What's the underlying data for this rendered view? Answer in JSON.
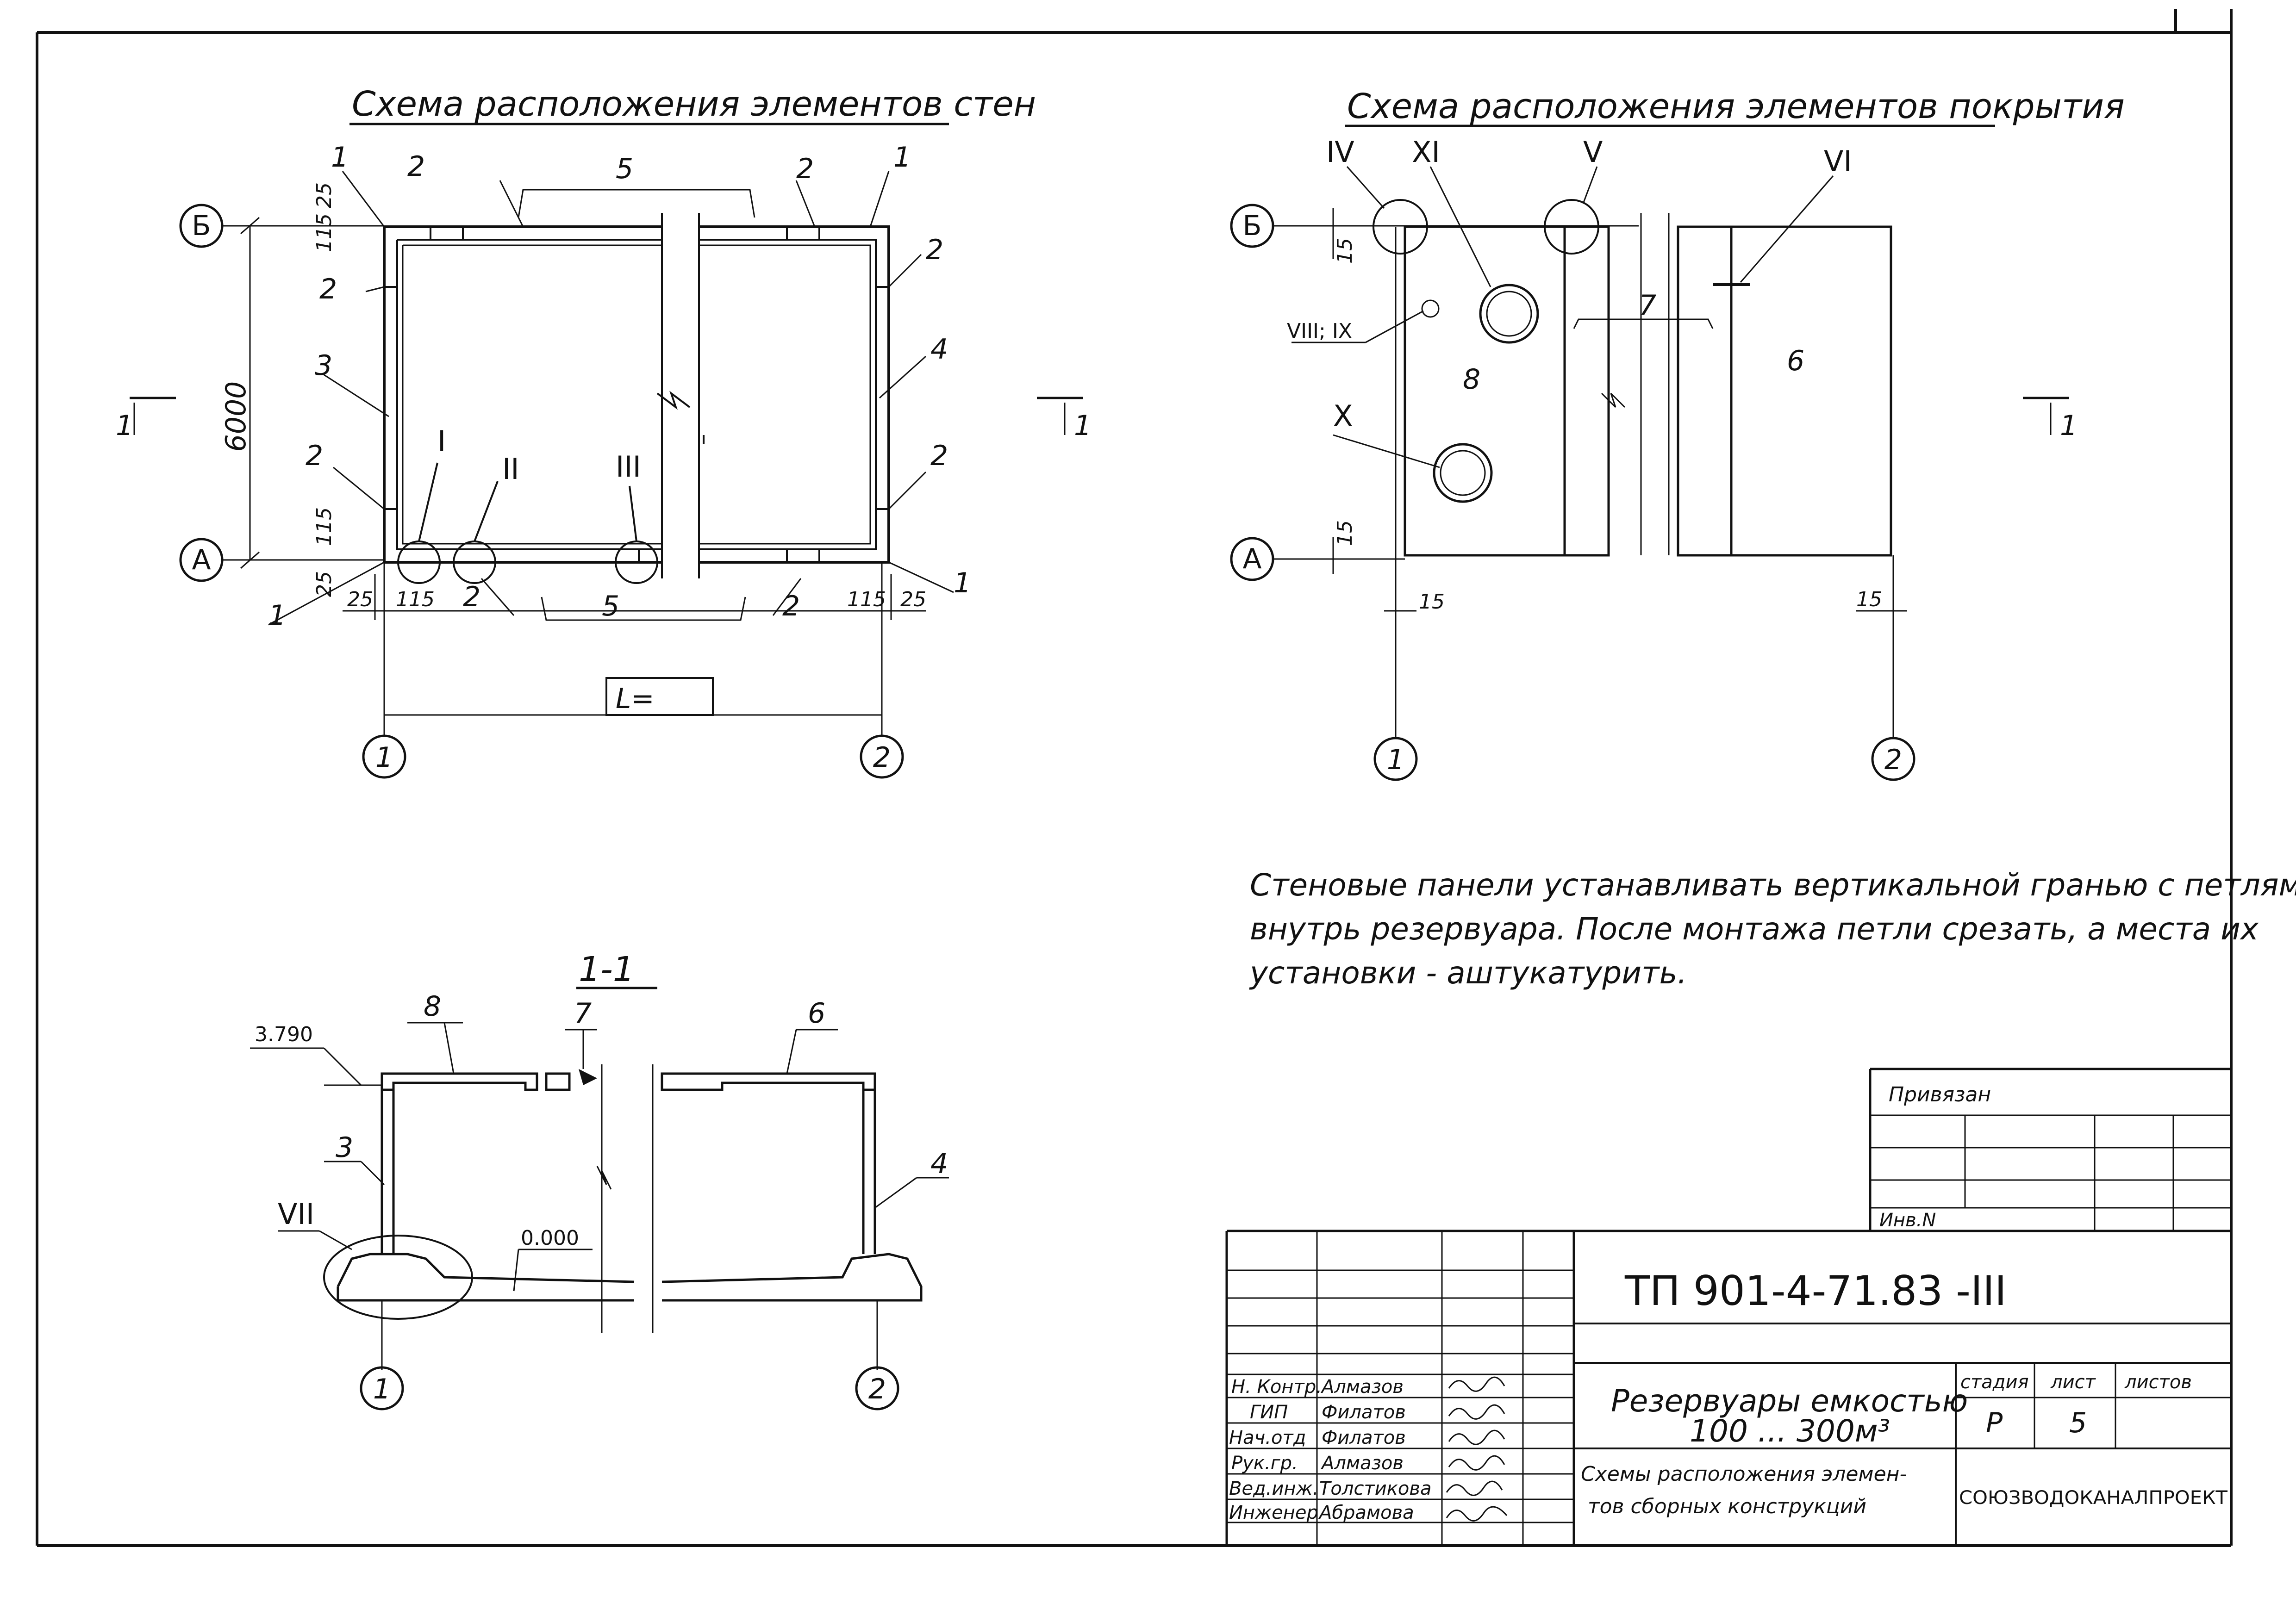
{
  "wall_scheme": {
    "title": "Схема расположения элементов стен",
    "axes": {
      "b": "Б",
      "a": "А",
      "one": "1",
      "two": "2"
    },
    "dims": {
      "span": "6000",
      "d25": "25",
      "d115": "115",
      "length_box": "L="
    },
    "marks": {
      "m1": "1",
      "m2": "2",
      "m3": "3",
      "m4": "4",
      "m5": "5"
    },
    "nodes": {
      "n1": "I",
      "n2": "II",
      "n3": "III"
    },
    "section": "1"
  },
  "roof_scheme": {
    "title": "Схема расположения элементов покрытия",
    "axes": {
      "b": "Б",
      "a": "А",
      "one": "1",
      "two": "2"
    },
    "dims": {
      "d15": "15"
    },
    "marks": {
      "m6": "6",
      "m7": "7",
      "m8": "8"
    },
    "nodes": {
      "n4": "IV",
      "n5": "V",
      "n6": "VI",
      "n8_9": "VIII; IX",
      "n10": "X",
      "n11": "XI"
    },
    "section": "1"
  },
  "section_view": {
    "title": "1-1",
    "elev_top": "3.790",
    "elev_zero": "0.000",
    "marks": {
      "m3": "3",
      "m4": "4",
      "m6": "6",
      "m7": "7",
      "m8": "8"
    },
    "node": "VII",
    "axes": {
      "one": "1",
      "two": "2"
    }
  },
  "notes": [
    "Стеновые панели устанавливать вертикальной гранью с петлями",
    "внутрь резервуара. После монтажа петли срезать, а места их",
    "установки - аштукатурить."
  ],
  "title_block": {
    "privyazan": "Привязан",
    "inv": "Инв.N",
    "code": "ТП 901-4-71.83 -III",
    "object": "Резервуары емкостью",
    "object2": "100 ... 300м³",
    "sheet_title1": "Схемы расположения элемен-",
    "sheet_title2": "тов сборных конструкций",
    "stage_h": "стадия",
    "sheet_h": "лист",
    "sheets_h": "листов",
    "stage": "Р",
    "sheet": "5",
    "org": "СОЮЗВОДОКАНАЛПРОЕКТ",
    "people": [
      {
        "role": "Н. Контр.",
        "name": "Алмазов"
      },
      {
        "role": "ГИП",
        "name": "Филатов"
      },
      {
        "role": "Нач.отд",
        "name": "Филатов"
      },
      {
        "role": "Рук.гр.",
        "name": "Алмазов"
      },
      {
        "role": "Вед.инж.",
        "name": "Толстикова"
      },
      {
        "role": "Инженер",
        "name": "Абрамова"
      }
    ]
  }
}
